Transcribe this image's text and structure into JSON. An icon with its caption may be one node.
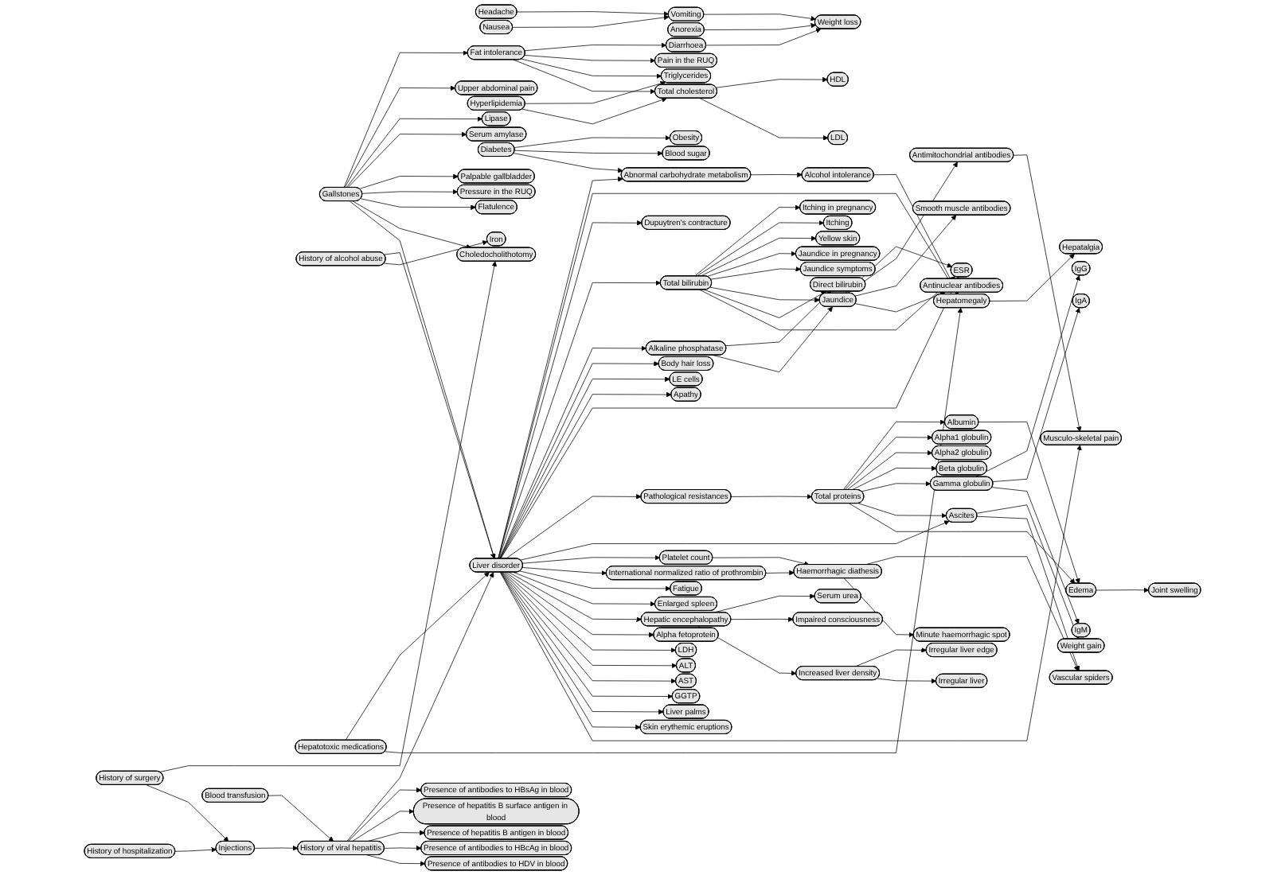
{
  "diagram": {
    "nodes": [
      {
        "text": [
          "Headache"
        ]
      },
      {
        "text": [
          "Nausea"
        ]
      },
      {
        "text": [
          "Fat intolerance"
        ]
      },
      {
        "text": [
          "Gallstones"
        ]
      },
      {
        "text": [
          "Lipase"
        ]
      },
      {
        "text": [
          "Vomiting"
        ]
      },
      {
        "text": [
          "Anorexia"
        ]
      },
      {
        "text": [
          "Hyperlipidemia"
        ]
      },
      {
        "text": [
          "Upper abdominal pain"
        ]
      },
      {
        "text": [
          "Serum amylase"
        ]
      },
      {
        "text": [
          "Diabetes"
        ]
      },
      {
        "text": [
          "Diarrhoea"
        ]
      },
      {
        "text": [
          "Triglycerides"
        ]
      },
      {
        "text": [
          "Total cholesterol"
        ]
      },
      {
        "text": [
          "History of surgery"
        ]
      },
      {
        "text": [
          "Palpable gallbladder"
        ]
      },
      {
        "text": [
          "Obesity"
        ]
      },
      {
        "text": [
          "Weight loss"
        ]
      },
      {
        "text": [
          "Pain in the RUQ"
        ]
      },
      {
        "text": [
          "Pressure in the RUQ"
        ]
      },
      {
        "text": [
          "Blood sugar"
        ]
      },
      {
        "text": [
          "HDL"
        ]
      },
      {
        "text": [
          "LDL"
        ]
      },
      {
        "text": [
          "Flatulence"
        ]
      },
      {
        "text": [
          "History of alcohol abuse"
        ]
      },
      {
        "text": [
          "Iron"
        ]
      },
      {
        "text": [
          "Choledocholithotomy"
        ]
      },
      {
        "text": [
          "History of hospitalization"
        ]
      },
      {
        "text": [
          "Hepatotoxic medications"
        ]
      },
      {
        "text": [
          "Injections"
        ]
      },
      {
        "text": [
          "Blood transfusion"
        ]
      },
      {
        "text": [
          "Liver disorder"
        ]
      },
      {
        "text": [
          "Abnormal carbohydrate metabolism"
        ]
      },
      {
        "text": [
          "Presence of antibodies to HBsAg in blood"
        ]
      },
      {
        "text": [
          "History of viral hepatitis"
        ]
      },
      {
        "text": [
          "Dupuytren's contracture"
        ]
      },
      {
        "text": [
          "Alcohol intolerance"
        ]
      },
      {
        "text": [
          "Presence of antibodies to HDV in blood"
        ]
      },
      {
        "text": [
          "Presence of hepatitis B surface antigen in blood"
        ]
      },
      {
        "text": [
          "Presence of antibodies to HBcAg in blood"
        ]
      },
      {
        "text": [
          "Presence of hepatitis B antigen in blood"
        ]
      },
      {
        "text": [
          "Hepatomegaly"
        ]
      },
      {
        "text": [
          "Alkaline phosphatase"
        ]
      },
      {
        "text": [
          "Fatigue"
        ]
      },
      {
        "text": [
          "Enlarged spleen"
        ]
      },
      {
        "text": [
          "Hepatalgia"
        ]
      },
      {
        "text": [
          "Total bilirubin"
        ]
      },
      {
        "text": [
          "Body hair loss"
        ]
      },
      {
        "text": [
          "Itching in pregnancy"
        ]
      },
      {
        "text": [
          "Direct bilirubin"
        ]
      },
      {
        "text": [
          "Hepatic encephalopathy"
        ]
      },
      {
        "text": [
          "Serum urea"
        ]
      },
      {
        "text": [
          "LE cells"
        ]
      },
      {
        "text": [
          "Itching"
        ]
      },
      {
        "text": [
          "Yellow skin"
        ]
      },
      {
        "text": [
          "Jaundice"
        ]
      },
      {
        "text": [
          "Alpha fetoprotein"
        ]
      },
      {
        "text": [
          "Impaired consciousness"
        ]
      },
      {
        "text": [
          "Pathological resistances"
        ]
      },
      {
        "text": [
          "ESR"
        ]
      },
      {
        "text": [
          "Apathy"
        ]
      },
      {
        "text": [
          "Jaundice in pregnancy"
        ]
      },
      {
        "text": [
          "International normalized ratio of prothrombin"
        ]
      },
      {
        "text": [
          "Increased liver density"
        ]
      },
      {
        "text": [
          "Antimitochondrial antibodies"
        ]
      },
      {
        "text": [
          "Jaundice symptoms"
        ]
      },
      {
        "text": [
          "Total proteins"
        ]
      },
      {
        "text": [
          "Musculo-skeletal pain"
        ]
      },
      {
        "text": [
          "LDH"
        ]
      },
      {
        "text": [
          "AST"
        ]
      },
      {
        "text": [
          "Irregular liver edge"
        ]
      },
      {
        "text": [
          "Platelet count"
        ]
      },
      {
        "text": [
          "ALT"
        ]
      },
      {
        "text": [
          "Smooth muscle antibodies"
        ]
      },
      {
        "text": [
          "Antinuclear antibodies"
        ]
      },
      {
        "text": [
          "Ascites"
        ]
      },
      {
        "text": [
          "Gamma globulin"
        ]
      },
      {
        "text": [
          "Edema"
        ]
      },
      {
        "text": [
          "Albumin"
        ]
      },
      {
        "text": [
          "Beta globulin"
        ]
      },
      {
        "text": [
          "Haemorrhagic diathesis"
        ]
      },
      {
        "text": [
          "GGTP"
        ]
      },
      {
        "text": [
          "Irregular liver"
        ]
      },
      {
        "text": [
          "Liver palms"
        ]
      },
      {
        "text": [
          "Skin erythemic eruptions"
        ]
      },
      {
        "text": [
          "Weight gain"
        ]
      },
      {
        "text": [
          "Alpha2 globulin"
        ]
      },
      {
        "text": [
          "Alpha1 globulin"
        ]
      },
      {
        "text": [
          "IgG"
        ]
      },
      {
        "text": [
          "Joint swelling"
        ]
      },
      {
        "text": [
          "IgM"
        ]
      },
      {
        "text": [
          "Vascular spiders"
        ]
      },
      {
        "text": [
          "IgA"
        ]
      },
      {
        "text": [
          "Minute haemorrhagic spot"
        ]
      }
    ],
    "edges": [
      {
        "from": 0,
        "to": 5,
        "arrow": "to"
      },
      {
        "from": 1,
        "to": 5,
        "arrow": "to"
      },
      {
        "from": 5,
        "to": 17,
        "arrow": "to"
      },
      {
        "from": 6,
        "to": 17,
        "arrow": "to"
      },
      {
        "from": 11,
        "to": 17,
        "arrow": "to"
      },
      {
        "from": 3,
        "to": 2,
        "arrow": "to"
      },
      {
        "from": 2,
        "to": 11,
        "arrow": "to"
      },
      {
        "from": 2,
        "to": 18,
        "arrow": "to"
      },
      {
        "from": 2,
        "to": 12,
        "arrow": "to"
      },
      {
        "from": 2,
        "to": 13,
        "arrow": "to"
      },
      {
        "from": 7,
        "to": 12,
        "arrow": "to"
      },
      {
        "from": 7,
        "to": 13,
        "arrow": "to"
      },
      {
        "from": 13,
        "to": 21,
        "arrow": "to"
      },
      {
        "from": 13,
        "to": 22,
        "arrow": "to"
      },
      {
        "from": 3,
        "to": 8,
        "arrow": "to"
      },
      {
        "from": 3,
        "to": 4,
        "arrow": "to"
      },
      {
        "from": 3,
        "to": 9,
        "arrow": "to"
      },
      {
        "from": 3,
        "to": 15,
        "arrow": "to"
      },
      {
        "from": 3,
        "to": 19,
        "arrow": "to"
      },
      {
        "from": 3,
        "to": 23,
        "arrow": "to"
      },
      {
        "from": 3,
        "to": 26,
        "arrow": "to"
      },
      {
        "from": 3,
        "to": 31,
        "arrow": "to"
      },
      {
        "from": 14,
        "to": 26,
        "arrow": "to"
      },
      {
        "from": 14,
        "to": 29,
        "arrow": "to"
      },
      {
        "from": 27,
        "to": 29,
        "arrow": "to"
      },
      {
        "from": 10,
        "to": 16,
        "arrow": "to"
      },
      {
        "from": 10,
        "to": 20,
        "arrow": "to"
      },
      {
        "from": 10,
        "to": 32,
        "arrow": "to"
      },
      {
        "from": 24,
        "to": 31,
        "arrow": "to"
      },
      {
        "from": 24,
        "to": 25,
        "arrow": "to"
      },
      {
        "from": 28,
        "to": 31,
        "arrow": "to"
      },
      {
        "from": 28,
        "to": 41,
        "arrow": "to"
      },
      {
        "from": 29,
        "to": 34,
        "arrow": "to"
      },
      {
        "from": 30,
        "to": 34,
        "arrow": "to"
      },
      {
        "from": 34,
        "to": 31,
        "arrow": "to"
      },
      {
        "from": 34,
        "to": 33,
        "arrow": "to"
      },
      {
        "from": 34,
        "to": 38,
        "arrow": "to"
      },
      {
        "from": 34,
        "to": 40,
        "arrow": "to"
      },
      {
        "from": 34,
        "to": 39,
        "arrow": "to"
      },
      {
        "from": 34,
        "to": 37,
        "arrow": "to"
      },
      {
        "from": 31,
        "to": 32,
        "arrow": "to"
      },
      {
        "from": 32,
        "to": 36,
        "arrow": "to"
      },
      {
        "from": 36,
        "to": 41,
        "arrow": "to"
      },
      {
        "from": 31,
        "to": 41,
        "arrow": "to"
      },
      {
        "from": 41,
        "to": 45,
        "arrow": "to"
      },
      {
        "from": 31,
        "to": 35,
        "arrow": "to"
      },
      {
        "from": 31,
        "to": 46,
        "arrow": "to"
      },
      {
        "from": 31,
        "to": 42,
        "arrow": "to"
      },
      {
        "from": 31,
        "to": 47,
        "arrow": "to"
      },
      {
        "from": 31,
        "to": 52,
        "arrow": "to"
      },
      {
        "from": 31,
        "to": 60,
        "arrow": "to"
      },
      {
        "from": 31,
        "to": 59,
        "arrow": "to"
      },
      {
        "from": 31,
        "to": 58,
        "arrow": "to"
      },
      {
        "from": 31,
        "to": 75,
        "arrow": "to"
      },
      {
        "from": 31,
        "to": 71,
        "arrow": "to"
      },
      {
        "from": 31,
        "to": 62,
        "arrow": "to"
      },
      {
        "from": 31,
        "to": 43,
        "arrow": "to"
      },
      {
        "from": 31,
        "to": 44,
        "arrow": "to"
      },
      {
        "from": 31,
        "to": 50,
        "arrow": "to"
      },
      {
        "from": 31,
        "to": 56,
        "arrow": "to"
      },
      {
        "from": 31,
        "to": 68,
        "arrow": "to"
      },
      {
        "from": 31,
        "to": 72,
        "arrow": "to"
      },
      {
        "from": 31,
        "to": 69,
        "arrow": "to"
      },
      {
        "from": 31,
        "to": 81,
        "arrow": "to"
      },
      {
        "from": 31,
        "to": 83,
        "arrow": "to"
      },
      {
        "from": 31,
        "to": 84,
        "arrow": "to"
      },
      {
        "from": 31,
        "to": 67,
        "arrow": "to"
      },
      {
        "from": 46,
        "to": 48,
        "arrow": "to"
      },
      {
        "from": 46,
        "to": 53,
        "arrow": "to"
      },
      {
        "from": 46,
        "to": 54,
        "arrow": "to"
      },
      {
        "from": 46,
        "to": 61,
        "arrow": "to"
      },
      {
        "from": 46,
        "to": 65,
        "arrow": "to"
      },
      {
        "from": 46,
        "to": 55,
        "arrow": "to"
      },
      {
        "from": 46,
        "to": 49,
        "arrow": "to"
      },
      {
        "from": 46,
        "to": 59,
        "arrow": "to"
      },
      {
        "from": 42,
        "to": 49,
        "arrow": "to"
      },
      {
        "from": 42,
        "to": 55,
        "arrow": "to"
      },
      {
        "from": 55,
        "to": 59,
        "arrow": "to"
      },
      {
        "from": 55,
        "to": 64,
        "arrow": "to"
      },
      {
        "from": 55,
        "to": 73,
        "arrow": "to"
      },
      {
        "from": 55,
        "to": 74,
        "arrow": "to"
      },
      {
        "from": 64,
        "to": 67,
        "arrow": "to"
      },
      {
        "from": 58,
        "to": 66,
        "arrow": "to"
      },
      {
        "from": 66,
        "to": 78,
        "arrow": "to"
      },
      {
        "from": 66,
        "to": 87,
        "arrow": "to"
      },
      {
        "from": 66,
        "to": 86,
        "arrow": "to"
      },
      {
        "from": 66,
        "to": 79,
        "arrow": "to"
      },
      {
        "from": 66,
        "to": 76,
        "arrow": "to"
      },
      {
        "from": 66,
        "to": 75,
        "arrow": "to"
      },
      {
        "from": 66,
        "to": 77,
        "arrow": "to"
      },
      {
        "from": 78,
        "to": 77,
        "arrow": "to"
      },
      {
        "from": 77,
        "to": 89,
        "arrow": "to"
      },
      {
        "from": 76,
        "to": 88,
        "arrow": "to"
      },
      {
        "from": 76,
        "to": 92,
        "arrow": "to"
      },
      {
        "from": 76,
        "to": 90,
        "arrow": "to"
      },
      {
        "from": 75,
        "to": 85,
        "arrow": "to"
      },
      {
        "from": 75,
        "to": 91,
        "arrow": "to"
      },
      {
        "from": 71,
        "to": 80,
        "arrow": "to"
      },
      {
        "from": 62,
        "to": 80,
        "arrow": "to"
      },
      {
        "from": 80,
        "to": 91,
        "arrow": "to"
      },
      {
        "from": 80,
        "to": 93,
        "arrow": "to"
      },
      {
        "from": 50,
        "to": 51,
        "arrow": "to"
      },
      {
        "from": 50,
        "to": 57,
        "arrow": "to"
      },
      {
        "from": 50,
        "to": 63,
        "arrow": "to"
      },
      {
        "from": 63,
        "to": 70,
        "arrow": "to"
      },
      {
        "from": 63,
        "to": 82,
        "arrow": "to"
      }
    ]
  }
}
